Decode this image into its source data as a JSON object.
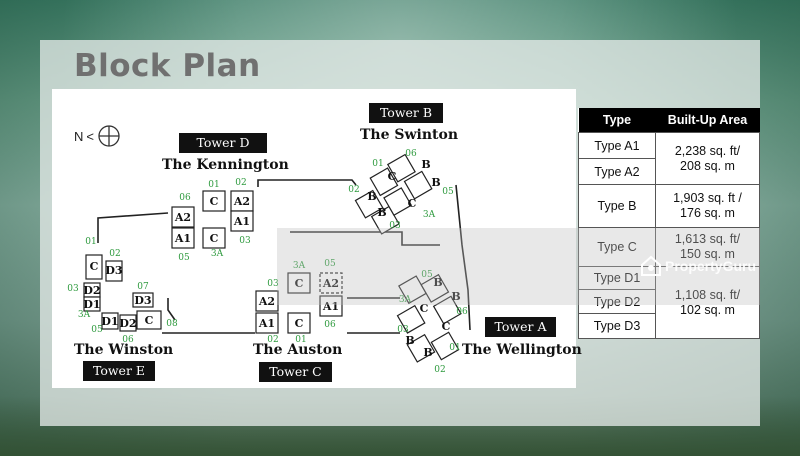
{
  "title": "Block Plan",
  "compass": {
    "letter": "N",
    "symbol": "<"
  },
  "towers": {
    "a": {
      "label": "Tower A",
      "name": "The Wellington"
    },
    "b": {
      "label": "Tower B",
      "name": "The Swinton"
    },
    "c": {
      "label": "Tower C",
      "name": "The Auston"
    },
    "d": {
      "label": "Tower D",
      "name": "The Kennington"
    },
    "e": {
      "label": "Tower E",
      "name": "The Winston"
    }
  },
  "table": {
    "headers": [
      "Type",
      "Built-Up Area"
    ],
    "types": [
      "Type A1",
      "Type A2",
      "Type B",
      "Type C",
      "Type D1",
      "Type D2",
      "Type D3"
    ],
    "areas": [
      "2,238 sq. ft/\n208 sq. m",
      "1,903 sq. ft /\n176 sq. m",
      "1,613 sq. ft/\n150 sq. m",
      "1,108 sq. ft/\n102 sq. m"
    ]
  },
  "watermark": "PropertyGuru",
  "colors": {
    "unit_number": "#2e9a3e",
    "label_bg": "#111111"
  }
}
